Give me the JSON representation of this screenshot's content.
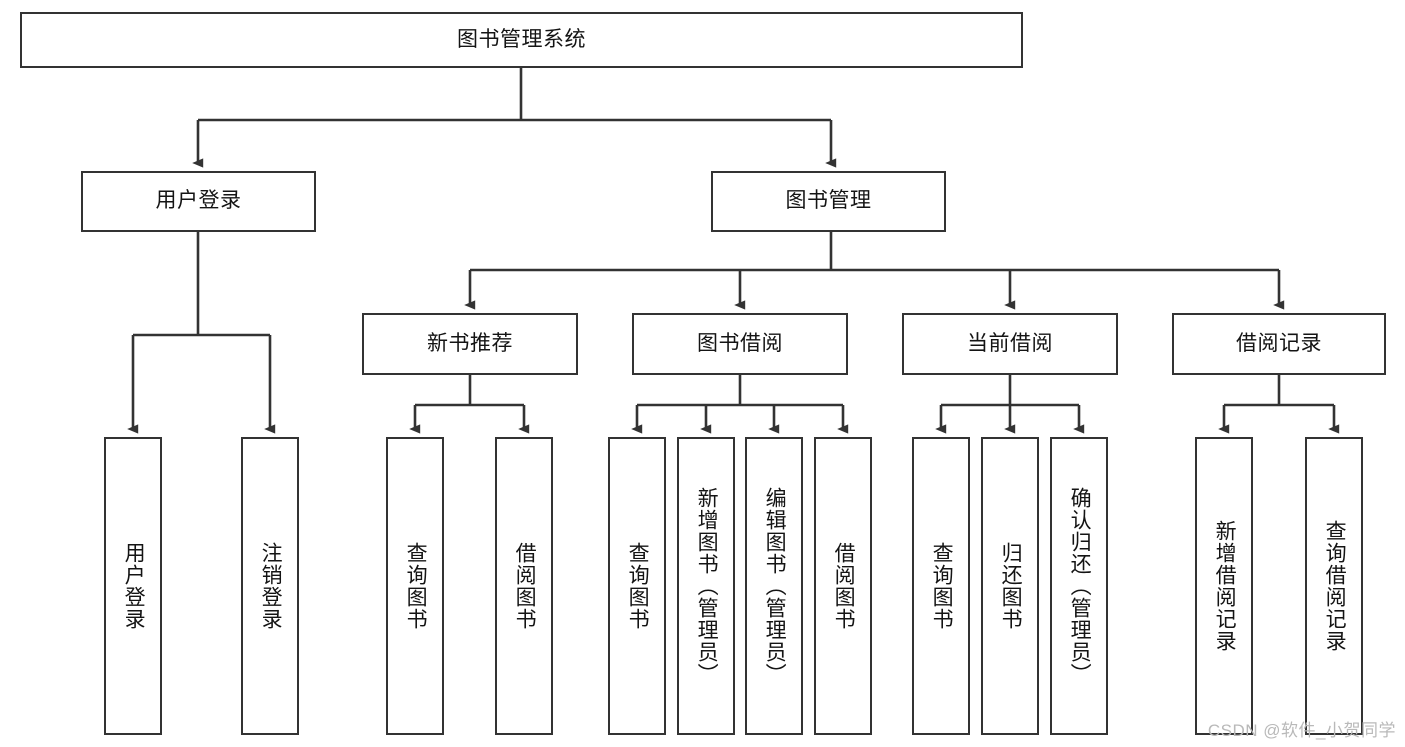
{
  "diagram": {
    "title": "图书管理系统",
    "type": "hierarchy-tree",
    "root": {
      "label": "图书管理系统"
    },
    "level2": [
      {
        "label": "用户登录"
      },
      {
        "label": "图书管理"
      }
    ],
    "level3": [
      {
        "label": "新书推荐"
      },
      {
        "label": "图书借阅"
      },
      {
        "label": "当前借阅"
      },
      {
        "label": "借阅记录"
      }
    ],
    "leaves": {
      "user_login": [
        {
          "label": "用户登录"
        },
        {
          "label": "注销登录"
        }
      ],
      "new_book_recommend": [
        {
          "label": "查询图书"
        },
        {
          "label": "借阅图书"
        }
      ],
      "book_borrow": [
        {
          "label": "查询图书"
        },
        {
          "label": "新增图书（管理员）"
        },
        {
          "label": "编辑图书（管理员）"
        },
        {
          "label": "借阅图书"
        }
      ],
      "current_borrow": [
        {
          "label": "查询图书"
        },
        {
          "label": "归还图书"
        },
        {
          "label": "确认归还（管理员）"
        }
      ],
      "borrow_records": [
        {
          "label": "新增借阅记录"
        },
        {
          "label": "查询借阅记录"
        }
      ]
    }
  },
  "watermark": {
    "text": "CSDN @软件_小贺同学"
  },
  "colors": {
    "box_border": "#333333",
    "box_fill": "#ffffff",
    "line": "#333333",
    "text": "#141414",
    "watermark": "#b9b9b9"
  }
}
